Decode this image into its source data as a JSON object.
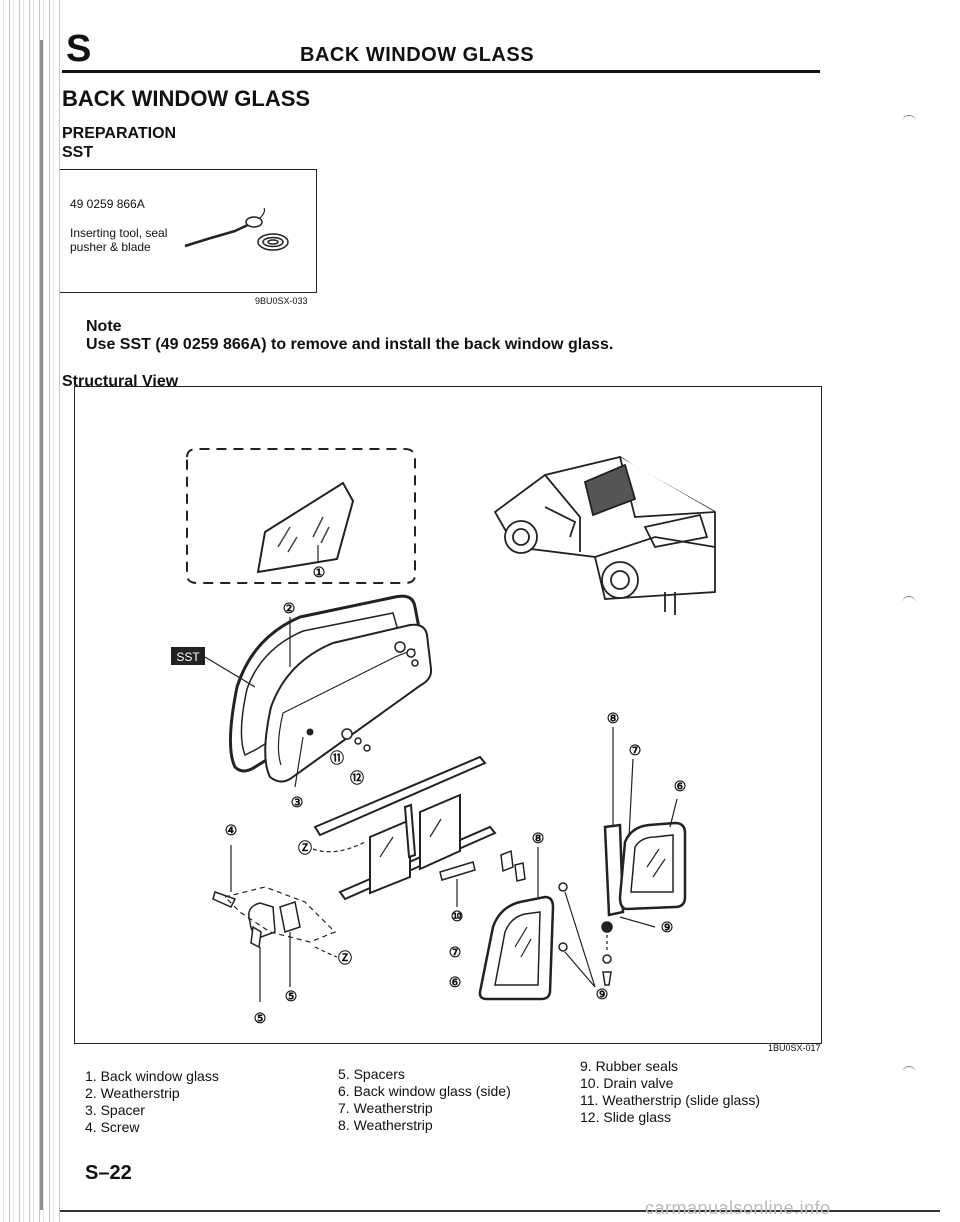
{
  "header": {
    "section_letter": "S",
    "title": "BACK WINDOW GLASS"
  },
  "main_title": "BACK WINDOW GLASS",
  "preparation": {
    "heading": "PREPARATION",
    "subheading": "SST"
  },
  "sst": {
    "code": "49 0259 866A",
    "description": "Inserting tool, seal pusher & blade",
    "ref": "9BU0SX-033"
  },
  "note": {
    "heading": "Note",
    "text": "Use SST (49 0259 866A) to remove and install the back window glass."
  },
  "structural_view": {
    "title": "Structural View",
    "ref": "1BU0SX-017",
    "sst_tag": "SST",
    "callouts": [
      "①",
      "②",
      "③",
      "④",
      "⑤",
      "⑤",
      "⑥",
      "⑥",
      "⑦",
      "⑦",
      "⑧",
      "⑧",
      "⑨",
      "⑨",
      "⑩",
      "⑪",
      "⑫",
      "Ⓩ",
      "Ⓩ"
    ]
  },
  "legend": {
    "col1": [
      "1. Back window glass",
      "2. Weatherstrip",
      "3. Spacer",
      "4. Screw"
    ],
    "col2": [
      "5. Spacers",
      "6. Back window glass (side)",
      "7. Weatherstrip",
      "8. Weatherstrip"
    ],
    "col3": [
      "9. Rubber seals",
      "10. Drain valve",
      "11. Weatherstrip (slide glass)",
      "12. Slide glass"
    ]
  },
  "page_number": "S–22",
  "watermark": "carmanualsonline.info"
}
